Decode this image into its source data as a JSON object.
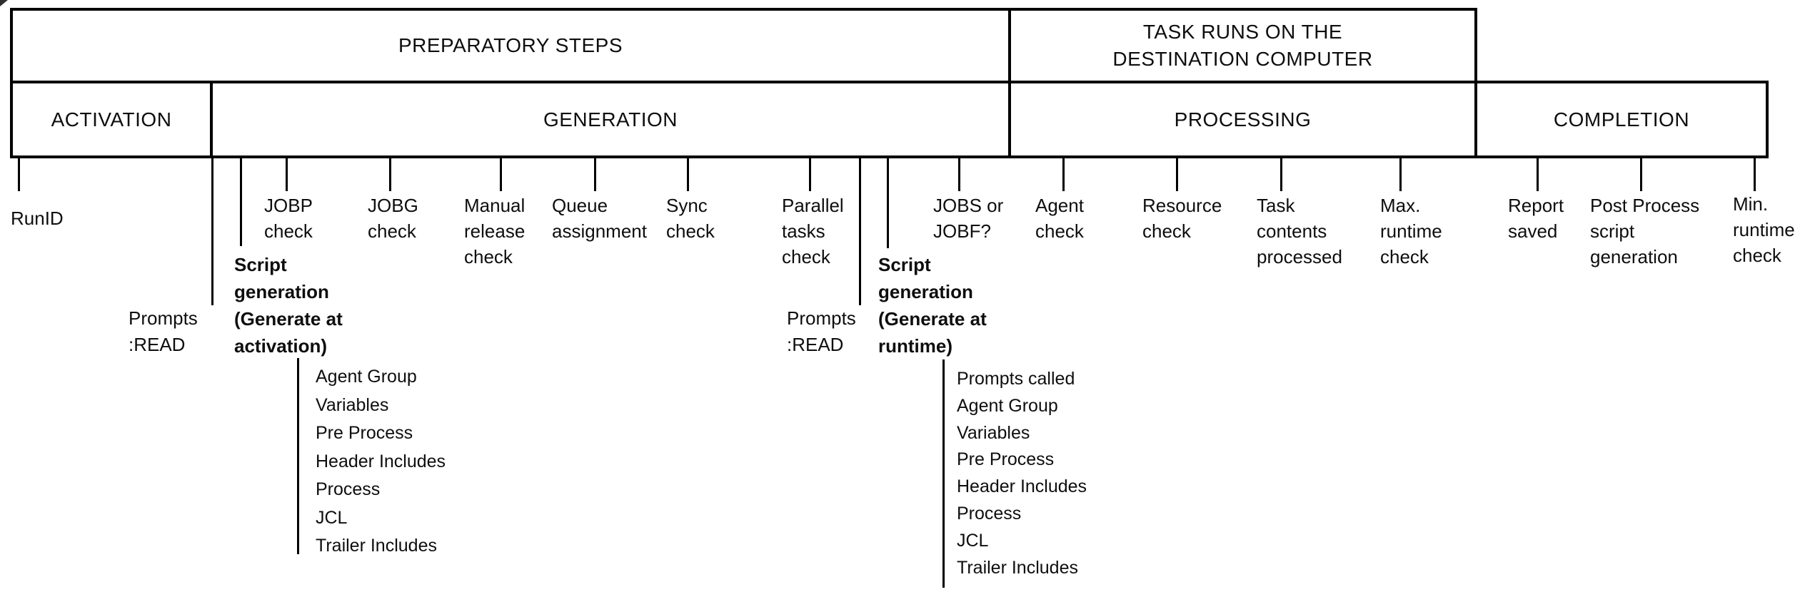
{
  "phases_row1": [
    {
      "id": "preparatory-steps",
      "label": "PREPARATORY STEPS"
    },
    {
      "id": "task-runs-destination",
      "label": "TASK RUNS ON THE\nDESTINATION COMPUTER"
    }
  ],
  "phases_row2": [
    {
      "id": "activation",
      "label": "ACTIVATION"
    },
    {
      "id": "generation",
      "label": "GENERATION"
    },
    {
      "id": "processing",
      "label": "PROCESSING"
    },
    {
      "id": "completion",
      "label": "COMPLETION"
    }
  ],
  "steps": [
    {
      "id": "runid",
      "label": "RunID"
    },
    {
      "id": "prompts-read-activation",
      "label": "Prompts\n:READ"
    },
    {
      "id": "script-generation-activation",
      "label": "Script\ngeneration\n(Generate at\nactivation)",
      "bold": true
    },
    {
      "id": "jobp-check",
      "label": "JOBP\ncheck"
    },
    {
      "id": "jobg-check",
      "label": "JOBG\ncheck"
    },
    {
      "id": "manual-release-check",
      "label": "Manual\nrelease\ncheck"
    },
    {
      "id": "queue-assignment",
      "label": "Queue\nassignment"
    },
    {
      "id": "sync-check",
      "label": "Sync\ncheck"
    },
    {
      "id": "parallel-tasks-check",
      "label": "Parallel\ntasks\ncheck"
    },
    {
      "id": "prompts-read-runtime",
      "label": "Prompts\n:READ"
    },
    {
      "id": "script-generation-runtime",
      "label": "Script\ngeneration\n(Generate at\nruntime)",
      "bold": true
    },
    {
      "id": "jobs-or-jobf",
      "label": "JOBS or\nJOBF?"
    },
    {
      "id": "agent-check",
      "label": "Agent\ncheck"
    },
    {
      "id": "resource-check",
      "label": "Resource\ncheck"
    },
    {
      "id": "task-contents-processed",
      "label": "Task\ncontents\nprocessed"
    },
    {
      "id": "max-runtime-check",
      "label": "Max.\nruntime\ncheck"
    },
    {
      "id": "report-saved",
      "label": "Report\nsaved"
    },
    {
      "id": "post-process-script-generation",
      "label": "Post Process\nscript\ngeneration"
    },
    {
      "id": "min-runtime-check",
      "label": "Min.\nruntime\ncheck"
    }
  ],
  "sublists": [
    {
      "id": "activation-script-items",
      "items": [
        "Agent Group",
        "Variables",
        "Pre Process",
        "Header Includes",
        "Process",
        "JCL",
        "Trailer Includes"
      ]
    },
    {
      "id": "runtime-script-items",
      "items": [
        "Prompts called",
        "Agent Group",
        "Variables",
        "Pre Process",
        "Header Includes",
        "Process",
        "JCL",
        "Trailer Includes"
      ]
    }
  ]
}
